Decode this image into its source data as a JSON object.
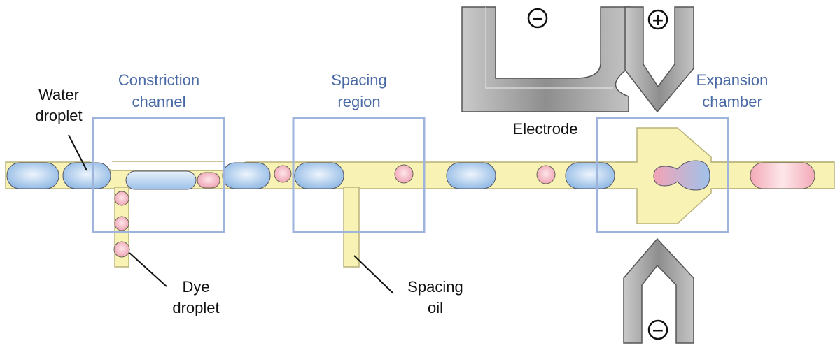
{
  "labels": {
    "constriction": [
      "Constriction",
      "channel"
    ],
    "spacing_region": [
      "Spacing",
      "region"
    ],
    "expansion": [
      "Expansion",
      "chamber"
    ],
    "water_droplet": [
      "Water",
      "droplet"
    ],
    "dye_droplet": [
      "Dye",
      "droplet"
    ],
    "spacing_oil": [
      "Spacing",
      "oil"
    ],
    "electrode": "Electrode"
  },
  "polarity": {
    "top_left": "−",
    "top_right": "+",
    "bottom": "−"
  },
  "colors": {
    "channel_fill": "#f8f3b4",
    "channel_stroke": "#b9b27a",
    "water_droplet": "#bcd6ef",
    "dye_droplet": "#f5b8c2",
    "region_box": "#9fb4dc",
    "label_blue": "#4a6aa5",
    "electrode_gray": "#9a9a9a"
  }
}
